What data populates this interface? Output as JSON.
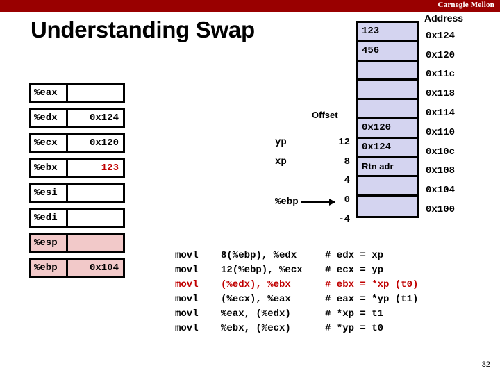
{
  "banner": {
    "institution": "Carnegie Mellon",
    "color": "#990000"
  },
  "slide": {
    "title": "Understanding Swap",
    "page_number": "32"
  },
  "registers": {
    "rows": [
      {
        "name": "%eax",
        "value": "",
        "red": false,
        "highlight": false
      },
      {
        "name": "%edx",
        "value": "0x124",
        "red": false,
        "highlight": false
      },
      {
        "name": "%ecx",
        "value": "0x120",
        "red": false,
        "highlight": false
      },
      {
        "name": "%ebx",
        "value": "123",
        "red": true,
        "highlight": false
      },
      {
        "name": "%esi",
        "value": "",
        "red": false,
        "highlight": false
      },
      {
        "name": "%edi",
        "value": "",
        "red": false,
        "highlight": false
      },
      {
        "name": "%esp",
        "value": "",
        "red": false,
        "highlight": true
      },
      {
        "name": "%ebp",
        "value": "0x104",
        "red": false,
        "highlight": true
      }
    ],
    "highlight_color": "#f2c9c9",
    "red_color": "#c00000"
  },
  "memory": {
    "header": "Address",
    "fill_color": "#d4d4f0",
    "cells": [
      {
        "value": "123",
        "address": "0x124",
        "sans": false
      },
      {
        "value": "456",
        "address": "0x120",
        "sans": false
      },
      {
        "value": "",
        "address": "0x11c",
        "sans": false
      },
      {
        "value": "",
        "address": "0x118",
        "sans": false
      },
      {
        "value": "",
        "address": "0x114",
        "sans": false
      },
      {
        "value": "0x120",
        "address": "0x110",
        "sans": false
      },
      {
        "value": "0x124",
        "address": "0x10c",
        "sans": false
      },
      {
        "value": "Rtn adr",
        "address": "0x108",
        "sans": true
      },
      {
        "value": "",
        "address": "0x104",
        "sans": false
      },
      {
        "value": "",
        "address": "0x100",
        "sans": false
      }
    ]
  },
  "stack_frame": {
    "offset_header": "Offset",
    "rows": [
      {
        "var": "yp",
        "offset": "12"
      },
      {
        "var": "xp",
        "offset": "8"
      },
      {
        "var": "",
        "offset": "4"
      }
    ],
    "ebp_label": "%ebp",
    "ebp_offset": "0",
    "below_offset": "-4"
  },
  "code": {
    "lines": [
      {
        "instr": "movl",
        "operands": "8(%ebp), %edx",
        "comment": "# edx = xp",
        "red": false
      },
      {
        "instr": "movl",
        "operands": "12(%ebp), %ecx",
        "comment": "# ecx = yp",
        "red": false
      },
      {
        "instr": "movl",
        "operands": "(%edx), %ebx",
        "comment": "# ebx = *xp (t0)",
        "red": true
      },
      {
        "instr": "movl",
        "operands": "(%ecx), %eax",
        "comment": "# eax = *yp (t1)",
        "red": false
      },
      {
        "instr": "movl",
        "operands": "%eax, (%edx)",
        "comment": "# *xp = t1",
        "red": false
      },
      {
        "instr": "movl",
        "operands": "%ebx, (%ecx)",
        "comment": "# *yp = t0",
        "red": false
      }
    ]
  }
}
